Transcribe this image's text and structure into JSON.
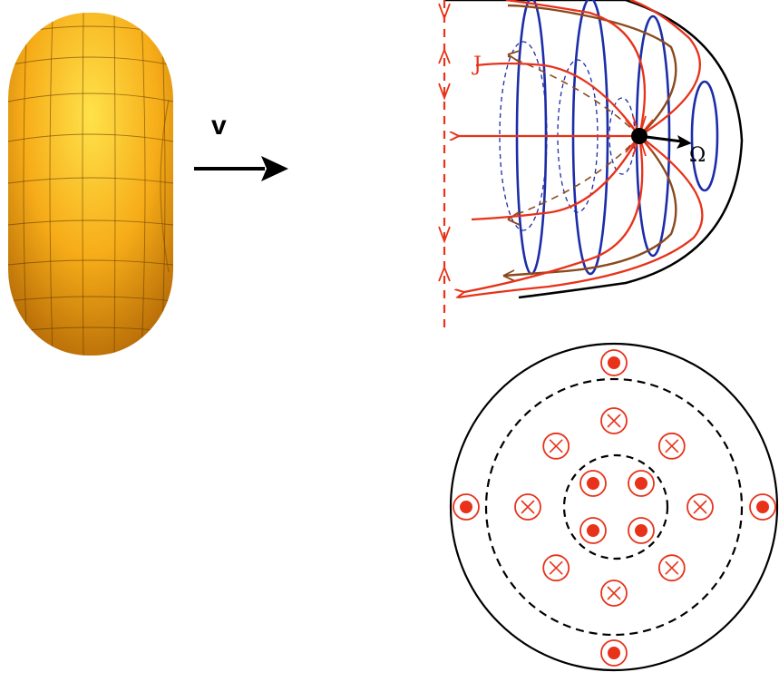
{
  "labels": {
    "velocity": "v",
    "current": "J",
    "vorticity": "Ω"
  },
  "colors": {
    "red": "#e8321a",
    "blue": "#1c2da8",
    "brown": "#8a4a1e",
    "black": "#000000",
    "torus_light": "#ffe24a",
    "torus_mid": "#f6ac18",
    "torus_dark": "#b46a06"
  },
  "icons": {
    "out_of_page": "circled-dot",
    "into_page": "circled-cross"
  },
  "cross_section": {
    "outer_ring": [
      "out",
      "out",
      "out",
      "out"
    ],
    "middle_ring": [
      "in",
      "in",
      "in",
      "in",
      "in",
      "in",
      "in",
      "in"
    ],
    "inner_cluster": [
      "out",
      "out",
      "out",
      "out"
    ]
  }
}
